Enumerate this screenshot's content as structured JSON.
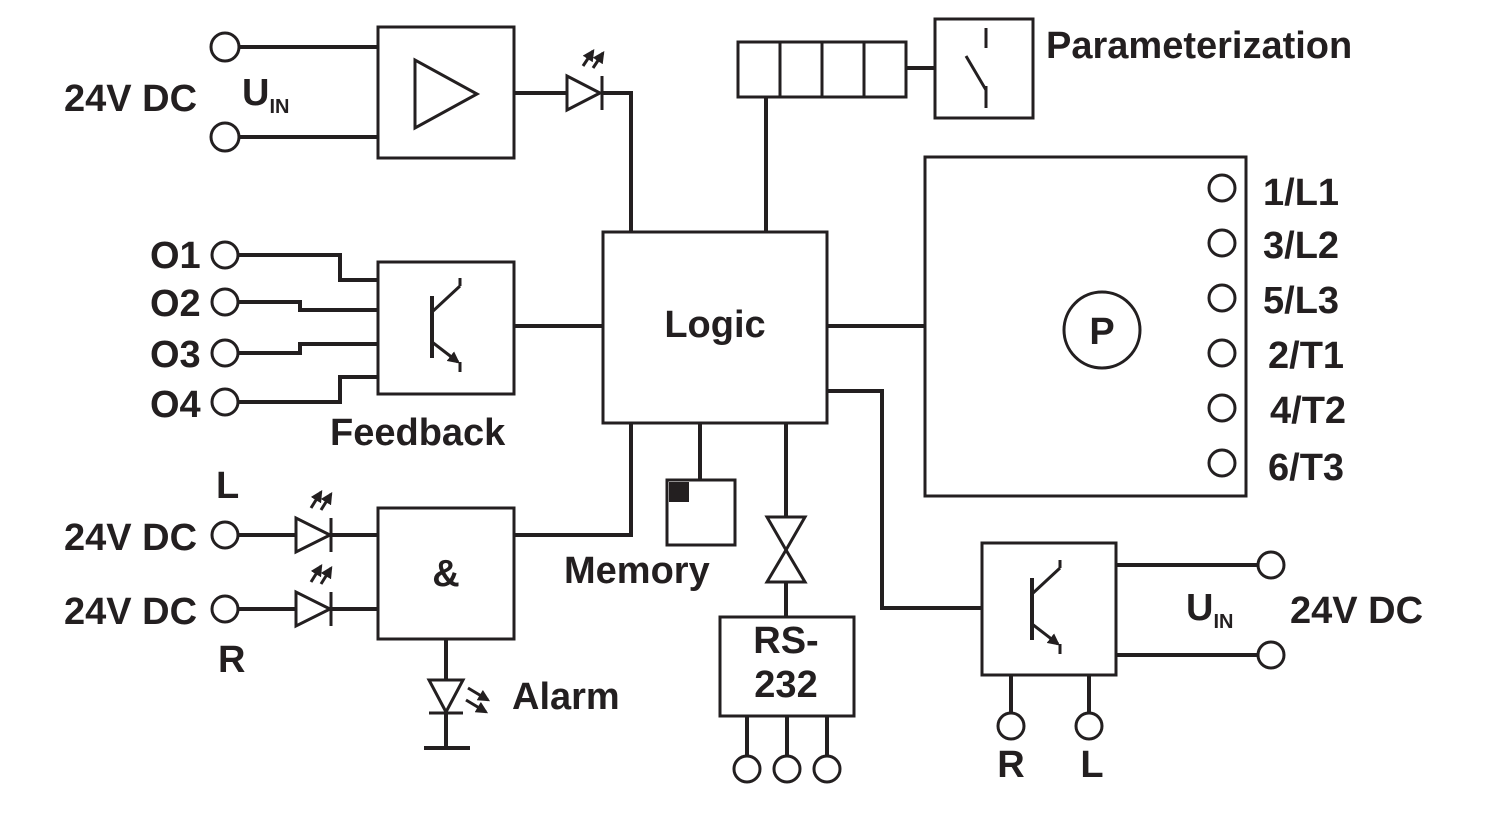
{
  "blocks": {
    "logic": "Logic",
    "feedback": "Feedback",
    "memory": "Memory",
    "and_gate": "&",
    "rs232_line1": "RS-",
    "rs232_line2": "232",
    "parameterization": "Parameterization",
    "alarm": "Alarm",
    "motor": "P"
  },
  "power_in": {
    "voltage": "24V DC",
    "u_main": "U",
    "u_sub": "IN"
  },
  "feedback_inputs": [
    "O1",
    "O2",
    "O3",
    "O4"
  ],
  "left_inputs": {
    "top_label": "L",
    "voltage_top": "24V DC",
    "voltage_bottom": "24V DC",
    "bottom_label": "R"
  },
  "power_terminals": [
    "1/L1",
    "3/L2",
    "5/L3",
    "2/T1",
    "4/T2",
    "6/T3"
  ],
  "output_stage": {
    "u_main": "U",
    "u_sub": "IN",
    "voltage": "24V DC",
    "terminal_left": "R",
    "terminal_right": "L"
  }
}
